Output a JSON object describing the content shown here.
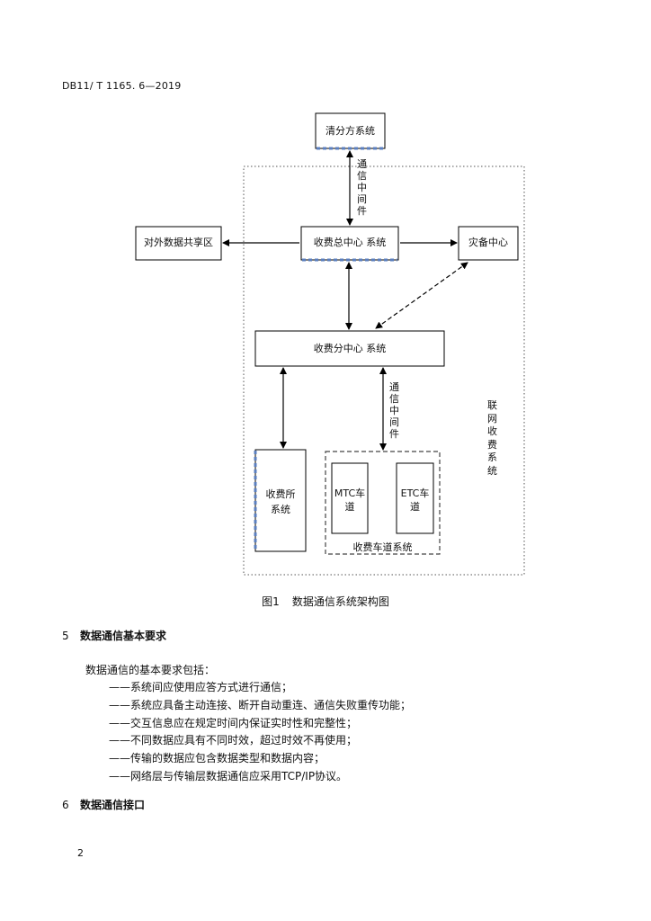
{
  "header": {
    "doc_code": "DB11/ T 1165. 6—2019"
  },
  "diagram": {
    "boxes": {
      "clearing": "清分方系统",
      "external": "对外数据共享区",
      "central": "收费总中心 系统",
      "backup": "灾备中心",
      "sub_center": "收费分中心 系统",
      "station_line1": "收费所",
      "station_line2": "系统",
      "mtc_line1": "MTC车",
      "mtc_line2": "道",
      "etc_line1": "ETC车",
      "etc_line2": "道",
      "lane_group": "收费车道系统"
    },
    "middleware_top": "通信中间件",
    "middleware_mid": "通信中间件",
    "network_label": "联网收费系统"
  },
  "caption": {
    "number": "图1",
    "title": "数据通信系统架构图"
  },
  "section5": {
    "number": "5",
    "title": "数据通信基本要求",
    "intro": "数据通信的基本要求包括：",
    "items": [
      "——系统间应使用应答方式进行通信；",
      "——系统应具备主动连接、断开自动重连、通信失败重传功能；",
      "——交互信息应在规定时间内保证实时性和完整性；",
      "——不同数据应具有不同时效，超过时效不再使用；",
      "——传输的数据应包含数据类型和数据内容；",
      "——网络层与传输层数据通信应采用TCP/IP协议。"
    ]
  },
  "section6": {
    "number": "6",
    "title": "数据通信接口"
  },
  "page_number": "2"
}
